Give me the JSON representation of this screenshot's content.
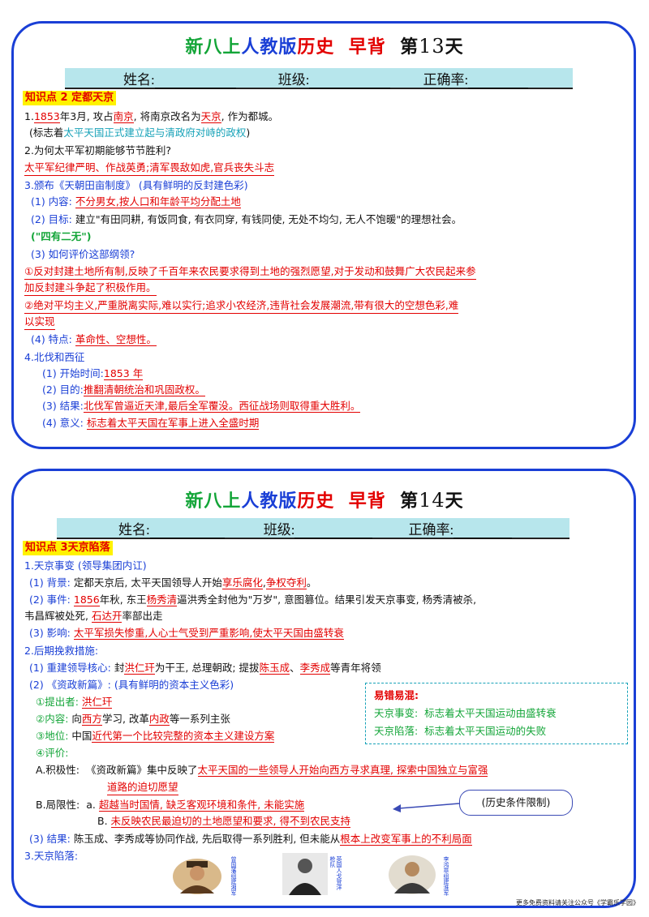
{
  "day13": {
    "title": {
      "a": "新八上",
      "b": "人教版",
      "c": "历史",
      "d": "早背",
      "e": "第",
      "num": "13",
      "f": "天"
    },
    "namebar": {
      "name": "姓名:",
      "class": "班级:",
      "acc": "正确率:"
    },
    "kp": "知识点 2 定都天京",
    "l1": {
      "p1": "1.",
      "yr": "1853",
      "p2": "年3月, 攻占",
      "city": "南京",
      "p3": ", 将南京改名为",
      "newname": "天京",
      "p4": ", 作为都城。"
    },
    "l2": {
      "p1": "(标志着",
      "m": "太平天国正式建立起与清政府对峙的政权",
      "p2": ")"
    },
    "l3": "2.为何太平军初期能够节节胜利?",
    "l4": "太平军纪律严明、作战英勇;清军畏敌如虎,官兵丧失斗志",
    "l5": "3.颁布《天朝田亩制度》 (具有鲜明的反封建色彩)",
    "l6": {
      "p1": "(1) 内容:",
      "a": "不分男女,按人口和年龄平均分配土地"
    },
    "l7": {
      "p1": "(2) 目标:",
      "t": "建立\"有田同耕, 有饭同食, 有衣同穿, 有钱同使, 无处不均匀, 无人不饱暖\"的理想社会。"
    },
    "l8": "(\"四有二无\")",
    "l9": "(3) 如何评价这部纲领?",
    "l10": "①反对封建土地所有制,反映了千百年来农民要求得到土地的强烈愿望,对于发动和鼓舞广大农民起来参",
    "l11": "加反封建斗争起了积极作用。",
    "l12": "②绝对平均主义,严重脱离实际,难以实行;追求小农经济,违背社会发展潮流,带有很大的空想色彩,难",
    "l13": "以实现",
    "l14": {
      "p1": "(4) 特点:",
      "a": "革命性、空想性。"
    },
    "l15": "4.北伐和西征",
    "l16": {
      "p1": "(1) 开始时间:",
      "a": "1853 年"
    },
    "l17": {
      "p1": "(2) 目的:",
      "a": "推翻清朝统治和巩固政权。"
    },
    "l18": {
      "p1": "(3) 结果:",
      "a": "北伐军曾逼近天津,最后全军覆没。西征战场则取得重大胜利。"
    },
    "l19": {
      "p1": "(4) 意义:",
      "a": "标志着太平天国在军事上进入全盛时期"
    }
  },
  "day14": {
    "title": {
      "a": "新八上",
      "b": "人教版",
      "c": "历史",
      "d": "早背",
      "e": "第",
      "num": "14",
      "f": "天"
    },
    "namebar": {
      "name": "姓名:",
      "class": "班级:",
      "acc": "正确率:"
    },
    "kp": "知识点 3天京陷落",
    "l1": "1.天京事变 (领导集团内讧)",
    "l2": {
      "p1": "(1) 背景:",
      "t1": "定都天京后, 太平天国领导人开始",
      "a": "享乐腐化",
      "t2": ",",
      "b": "争权夺利",
      "t3": "。"
    },
    "l3": {
      "p1": "(2) 事件:",
      "yr": "1856",
      "t1": "年秋, 东王",
      "a": "杨秀清",
      "t2": "逼洪秀全封他为\"万岁\", 意图篡位。结果引发天京事变, 杨秀清被杀,"
    },
    "l4": {
      "t1": "韦昌辉被处死,",
      "a": "石达开",
      "t2": "率部出走"
    },
    "l5": {
      "p1": "(3) 影响:",
      "a": "太平军损失惨重,人心士气受到严重影响,使太平天国由盛转衰"
    },
    "l6": "2.后期挽救措施:",
    "l7": {
      "p1": "(1) 重建领导核心:",
      "t1": "封",
      "a": "洪仁玕",
      "t2": "为干王, 总理朝政;  提拔",
      "b": "陈玉成",
      "t3": "、",
      "c": "李秀成",
      "t4": "等青年将领"
    },
    "l8": {
      "p1": "(2) 《资政新篇》:",
      "p2": "(具有鲜明的资本主义色彩)"
    },
    "l9": {
      "p1": "①提出者:",
      "a": "洪仁玕"
    },
    "l10": {
      "p1": "②内容:",
      "t1": "向",
      "a": "西方",
      "t2": "学习, 改革",
      "b": "内政",
      "t3": "等一系列主张"
    },
    "l11": {
      "p1": "③地位:",
      "t1": "中国",
      "a": "近代第一个比较完整的资本主义建设方案"
    },
    "l12": "④评价:",
    "l13": {
      "p1": "A.积极性:",
      "t1": "《资政新篇》集中反映了",
      "a": "太平天国的一些领导人开始向西方寻求真理, 探索中国独立与富强"
    },
    "l14": "道路的迫切愿望",
    "l15": {
      "p1": "B.局限性:",
      "t1": "a.",
      "a": "超越当时国情, 缺乏客观环境和条件, 未能实施"
    },
    "l16": {
      "t1": "B.",
      "a": "未反映农民最迫切的土地愿望和要求, 得不到农民支持"
    },
    "l17": {
      "p1": "(3) 结果:",
      "t1": "陈玉成、李秀成等协同作战, 先后取得一系列胜利, 但未能从",
      "a": "根本上改变军事上的不利局面"
    },
    "l18": "3.天京陷落:",
    "tip": {
      "title": "易错易混:",
      "r1a": "天京事变:",
      "r1b": "标志着太平天国运动由盛转衰",
      "r2a": "天京陷落:",
      "r2b": "标志着太平天国运动的失败"
    },
    "bubble": "(历史条件限制)",
    "caps": {
      "c1": "曾国藩组建湘军",
      "c2": "英国人戈登洋枪队",
      "c3": "李鸿章组建淮军"
    }
  },
  "footer": "更多免费资料请关注公众号《学霸乐学园》"
}
